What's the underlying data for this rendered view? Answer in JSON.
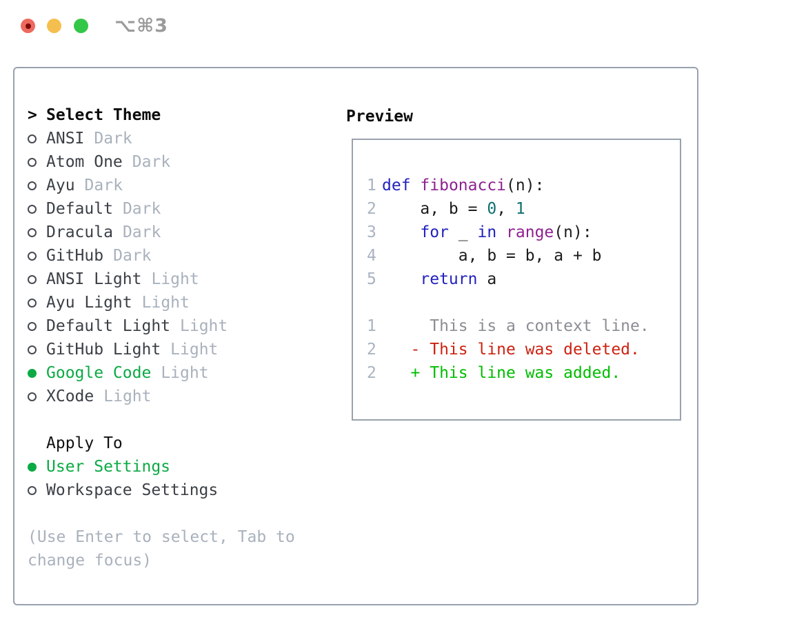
{
  "window": {
    "title": "⌥⌘3"
  },
  "colors": {
    "accent_green": "#0caa44",
    "border_gray": "#98a1ad",
    "muted_gray": "#a9b1bc",
    "keyword_blue": "#2222be",
    "function_purple": "#8e2190",
    "number_teal": "#0e6f6f",
    "diff_red": "#cc2211",
    "diff_green": "#00bd00",
    "traffic_red": "#ed6a5f",
    "traffic_yellow": "#f5bf4f",
    "traffic_green": "#33c748"
  },
  "theme_selector": {
    "header_prefix": ">",
    "header": "Select Theme",
    "items": [
      {
        "name": "ANSI",
        "tag": "Dark",
        "selected": false
      },
      {
        "name": "Atom One",
        "tag": "Dark",
        "selected": false
      },
      {
        "name": "Ayu",
        "tag": "Dark",
        "selected": false
      },
      {
        "name": "Default",
        "tag": "Dark",
        "selected": false
      },
      {
        "name": "Dracula",
        "tag": "Dark",
        "selected": false
      },
      {
        "name": "GitHub",
        "tag": "Dark",
        "selected": false
      },
      {
        "name": "ANSI Light",
        "tag": "Light",
        "selected": false
      },
      {
        "name": "Ayu Light",
        "tag": "Light",
        "selected": false
      },
      {
        "name": "Default Light",
        "tag": "Light",
        "selected": false
      },
      {
        "name": "GitHub Light",
        "tag": "Light",
        "selected": false
      },
      {
        "name": "Google Code",
        "tag": "Light",
        "selected": true
      },
      {
        "name": "XCode",
        "tag": "Light",
        "selected": false
      }
    ]
  },
  "apply_to": {
    "header": "Apply To",
    "options": [
      {
        "name": "User Settings",
        "selected": true
      },
      {
        "name": "Workspace Settings",
        "selected": false
      }
    ]
  },
  "help_text": "(Use Enter to select, Tab to change focus)",
  "preview": {
    "title": "Preview",
    "code_lines": [
      {
        "num": "1",
        "tokens": [
          {
            "t": "def",
            "c": "kwd"
          },
          {
            "t": " ",
            "c": "plain"
          },
          {
            "t": "fibonacci",
            "c": "fn"
          },
          {
            "t": "(n):",
            "c": "plain"
          }
        ]
      },
      {
        "num": "2",
        "tokens": [
          {
            "t": "    a, b = ",
            "c": "plain"
          },
          {
            "t": "0",
            "c": "num"
          },
          {
            "t": ", ",
            "c": "plain"
          },
          {
            "t": "1",
            "c": "num"
          }
        ]
      },
      {
        "num": "3",
        "tokens": [
          {
            "t": "    ",
            "c": "plain"
          },
          {
            "t": "for",
            "c": "kwd"
          },
          {
            "t": " _ ",
            "c": "plain"
          },
          {
            "t": "in",
            "c": "kwd"
          },
          {
            "t": " ",
            "c": "plain"
          },
          {
            "t": "range",
            "c": "fn"
          },
          {
            "t": "(n):",
            "c": "plain"
          }
        ]
      },
      {
        "num": "4",
        "tokens": [
          {
            "t": "        a, b = b, a + b",
            "c": "plain"
          }
        ]
      },
      {
        "num": "5",
        "tokens": [
          {
            "t": "    ",
            "c": "plain"
          },
          {
            "t": "return",
            "c": "kwd"
          },
          {
            "t": " a",
            "c": "plain"
          }
        ]
      }
    ],
    "diff_lines": [
      {
        "num": "1",
        "marker": "",
        "text": "This is a context line.",
        "kind": "context"
      },
      {
        "num": "2",
        "marker": "-",
        "text": "This line was deleted.",
        "kind": "deleted"
      },
      {
        "num": "2",
        "marker": "+",
        "text": "This line was added.",
        "kind": "added"
      }
    ]
  }
}
